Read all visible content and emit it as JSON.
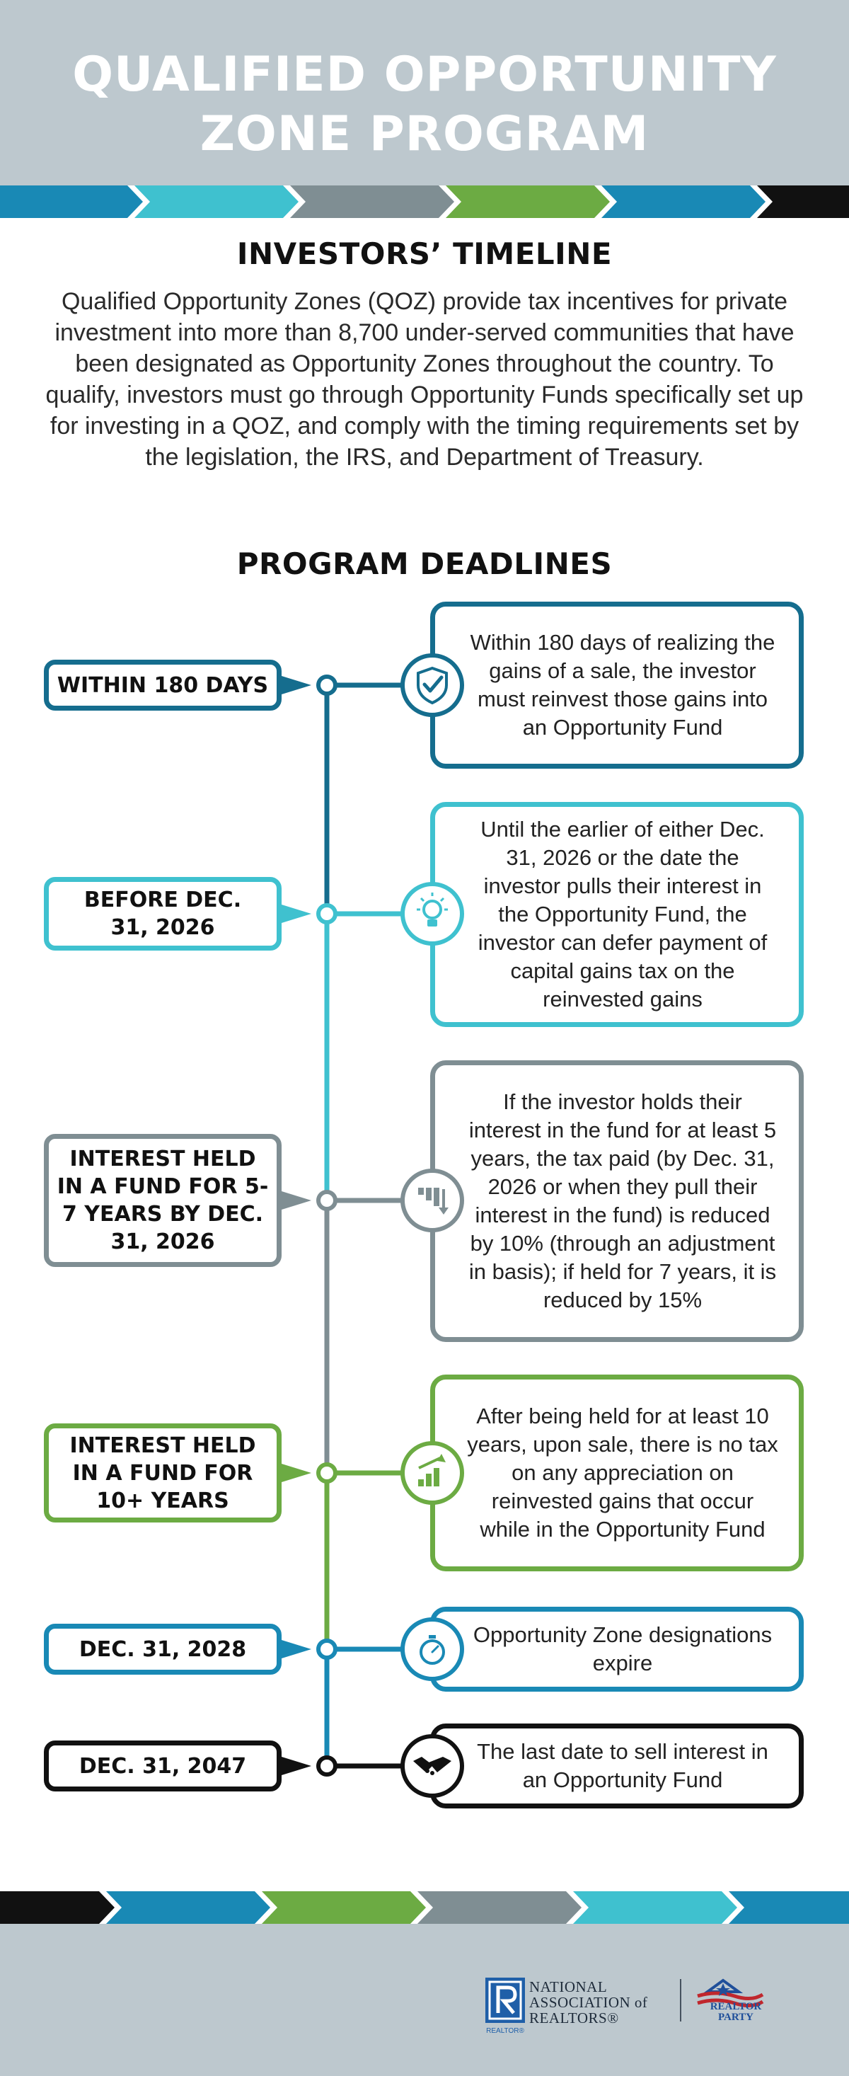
{
  "header": {
    "title_line1": "QUALIFIED OPPORTUNITY",
    "title_line2": "ZONE PROGRAM"
  },
  "intro": {
    "title": "INVESTORS’ TIMELINE",
    "body": "Qualified Opportunity Zones (QOZ) provide tax incentives for private investment into more than 8,700 under-served communities that have been designated as Opportunity Zones throughout the country. To qualify, investors must go through Opportunity Funds specifically set up for investing in a QOZ, and comply with the timing requirements set by the legislation, the IRS, and Department of Treasury."
  },
  "deadlines": {
    "title": "PROGRAM DEADLINES",
    "items": [
      {
        "label": "WITHIN 180 DAYS",
        "description": "Within 180 days of realizing the gains of a sale, the investor must reinvest those gains into an Opportunity Fund",
        "icon": "shield-check-icon",
        "color": "#156d8e"
      },
      {
        "label": "BEFORE DEC. 31, 2026",
        "description": "Until the earlier of either Dec. 31, 2026 or the date the investor pulls their interest in the Opportunity Fund, the investor can defer payment of capital gains tax on the reinvested gains",
        "icon": "lightbulb-icon",
        "color": "#3fc1cf"
      },
      {
        "label": "INTEREST HELD IN A FUND FOR 5-7 YEARS BY DEC. 31, 2026",
        "description": "If the investor holds their interest in the fund for at least 5 years, the tax paid (by Dec. 31, 2026 or when they pull their interest in the fund) is reduced by 10% (through an adjustment in basis); if held for 7 years, it is reduced by 15%",
        "icon": "bar-chart-down-icon",
        "color": "#7f8e93"
      },
      {
        "label": "INTEREST HELD IN A FUND FOR 10+ YEARS",
        "description": "After being held for at least 10 years, upon sale, there is no tax on any appreciation on reinvested gains that occur while in the Opportunity Fund",
        "icon": "bar-chart-up-icon",
        "color": "#6cab43"
      },
      {
        "label": "DEC. 31, 2028",
        "description": "Opportunity Zone designations expire",
        "icon": "stopwatch-icon",
        "color": "#1989b5"
      },
      {
        "label": "DEC. 31, 2047",
        "description": "The last date to sell interest in an Opportunity Fund",
        "icon": "handshake-icon",
        "color": "#111111"
      }
    ]
  },
  "footer": {
    "logo_text": "NATIONAL ASSOCIATION of REALTORS®",
    "logo_subtext": "REALTOR®",
    "partner_logo_text": "REALTOR PARTY"
  }
}
